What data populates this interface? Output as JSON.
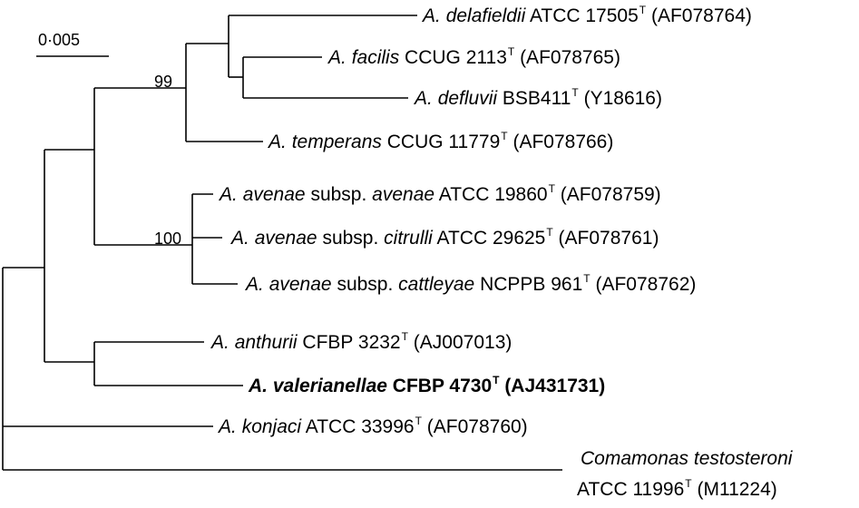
{
  "scale_bar": {
    "label": "0·005"
  },
  "bootstrap": {
    "a": "99",
    "b": "100"
  },
  "taxa": [
    {
      "genus": "A.",
      "species": "delafieldii",
      "strain": "ATCC 17505",
      "type_mark": "T",
      "accession": "(AF078764)",
      "bold": false
    },
    {
      "genus": "A.",
      "species": "facilis",
      "strain": "CCUG 2113",
      "type_mark": "T",
      "accession": "(AF078765)",
      "bold": false
    },
    {
      "genus": "A.",
      "species": "defluvii",
      "strain": "BSB411",
      "type_mark": "T",
      "accession": "(Y18616)",
      "bold": false
    },
    {
      "genus": "A.",
      "species": "temperans",
      "strain": "CCUG 11779",
      "type_mark": "T",
      "accession": "(AF078766)",
      "bold": false
    },
    {
      "genus": "A.",
      "species": "avenae",
      "subsp_word": "subsp.",
      "subsp": "avenae",
      "strain": "ATCC 19860",
      "type_mark": "T",
      "accession": "(AF078759)",
      "bold": false
    },
    {
      "genus": "A.",
      "species": "avenae",
      "subsp_word": "subsp.",
      "subsp": "citrulli",
      "strain": "ATCC 29625",
      "type_mark": "T",
      "accession": "(AF078761)",
      "bold": false
    },
    {
      "genus": "A.",
      "species": "avenae",
      "subsp_word": "subsp.",
      "subsp": "cattleyae",
      "strain": "NCPPB 961",
      "type_mark": "T",
      "accession": "(AF078762)",
      "bold": false
    },
    {
      "genus": "A.",
      "species": "anthurii",
      "strain": "CFBP 3232",
      "type_mark": "T",
      "accession": "(AJ007013)",
      "bold": false
    },
    {
      "genus": "A.",
      "species": "valerianellae",
      "strain": "CFBP 4730",
      "type_mark": "T",
      "accession": "(AJ431731)",
      "bold": true
    },
    {
      "genus": "A.",
      "species": "konjaci",
      "strain": "ATCC 33996",
      "type_mark": "T",
      "accession": "(AF078760)",
      "bold": false
    },
    {
      "name_line": "Comamonas testosteroni",
      "strain": "ATCC 11996",
      "type_mark": "T",
      "accession": "(M11224)",
      "bold": false
    }
  ]
}
